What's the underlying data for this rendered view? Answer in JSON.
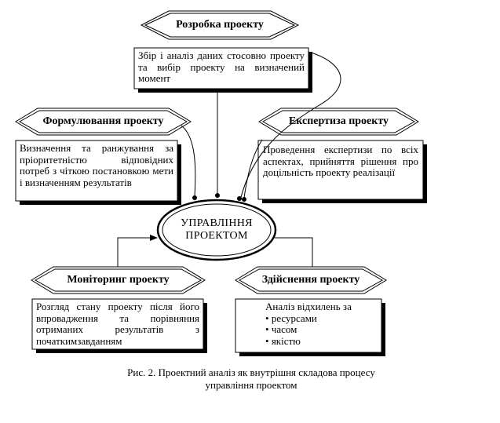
{
  "nodes": {
    "top": {
      "title": "Розробка проекту",
      "text": "Збір і аналіз даних стосовно проекту та вибір проекту на визначений момент"
    },
    "left": {
      "title": "Формулювання проекту",
      "text": "Визначення та ранжування за пріоритетністю відповідних потреб з чіткою постановкою мети і визначенням результатів"
    },
    "right": {
      "title": "Експертиза проекту",
      "text": "Проведення експертизи по всіх аспектах, прийняття рішення про доцільність проекту реалізації"
    },
    "bottom_left": {
      "title": "Моніторинг проекту",
      "text": "Розгляд стану проекту після його впровадження та порівняння отриманих результатів з початкимзавданням"
    },
    "bottom_right": {
      "title": "Здійснення проекту",
      "intro": "Аналіз відхилень за",
      "items": [
        "ресурсами",
        "часом",
        "якістю"
      ]
    }
  },
  "center": {
    "line1": "УПРАВЛІННЯ",
    "line2": "ПРОЕКТОМ"
  },
  "caption": {
    "line1": "Рис. 2. Проектний аналіз як внутрішня складова процесу",
    "line2": "управління проектом"
  }
}
